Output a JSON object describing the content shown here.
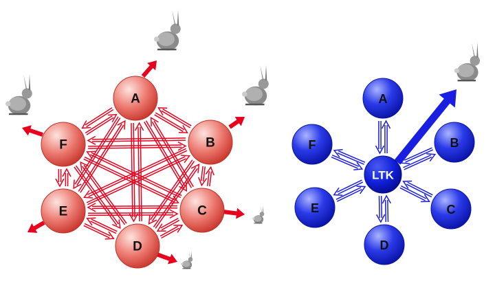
{
  "left_network": {
    "nodes": [
      {
        "id": "A",
        "label": "A"
      },
      {
        "id": "B",
        "label": "B"
      },
      {
        "id": "C",
        "label": "C"
      },
      {
        "id": "D",
        "label": "D"
      },
      {
        "id": "E",
        "label": "E"
      },
      {
        "id": "F",
        "label": "F"
      }
    ],
    "colors": {
      "node": "#e0524a",
      "arrow": "#e8001c"
    }
  },
  "right_network": {
    "hub": {
      "id": "LTK",
      "label": "LTK"
    },
    "nodes": [
      {
        "id": "A",
        "label": "A"
      },
      {
        "id": "B",
        "label": "B"
      },
      {
        "id": "C",
        "label": "C"
      },
      {
        "id": "D",
        "label": "D"
      },
      {
        "id": "E",
        "label": "E"
      },
      {
        "id": "F",
        "label": "F"
      }
    ],
    "colors": {
      "node": "#1a2bd6",
      "arrow": "#1a1ee0"
    }
  },
  "icons": [
    "rabbit-icon"
  ]
}
